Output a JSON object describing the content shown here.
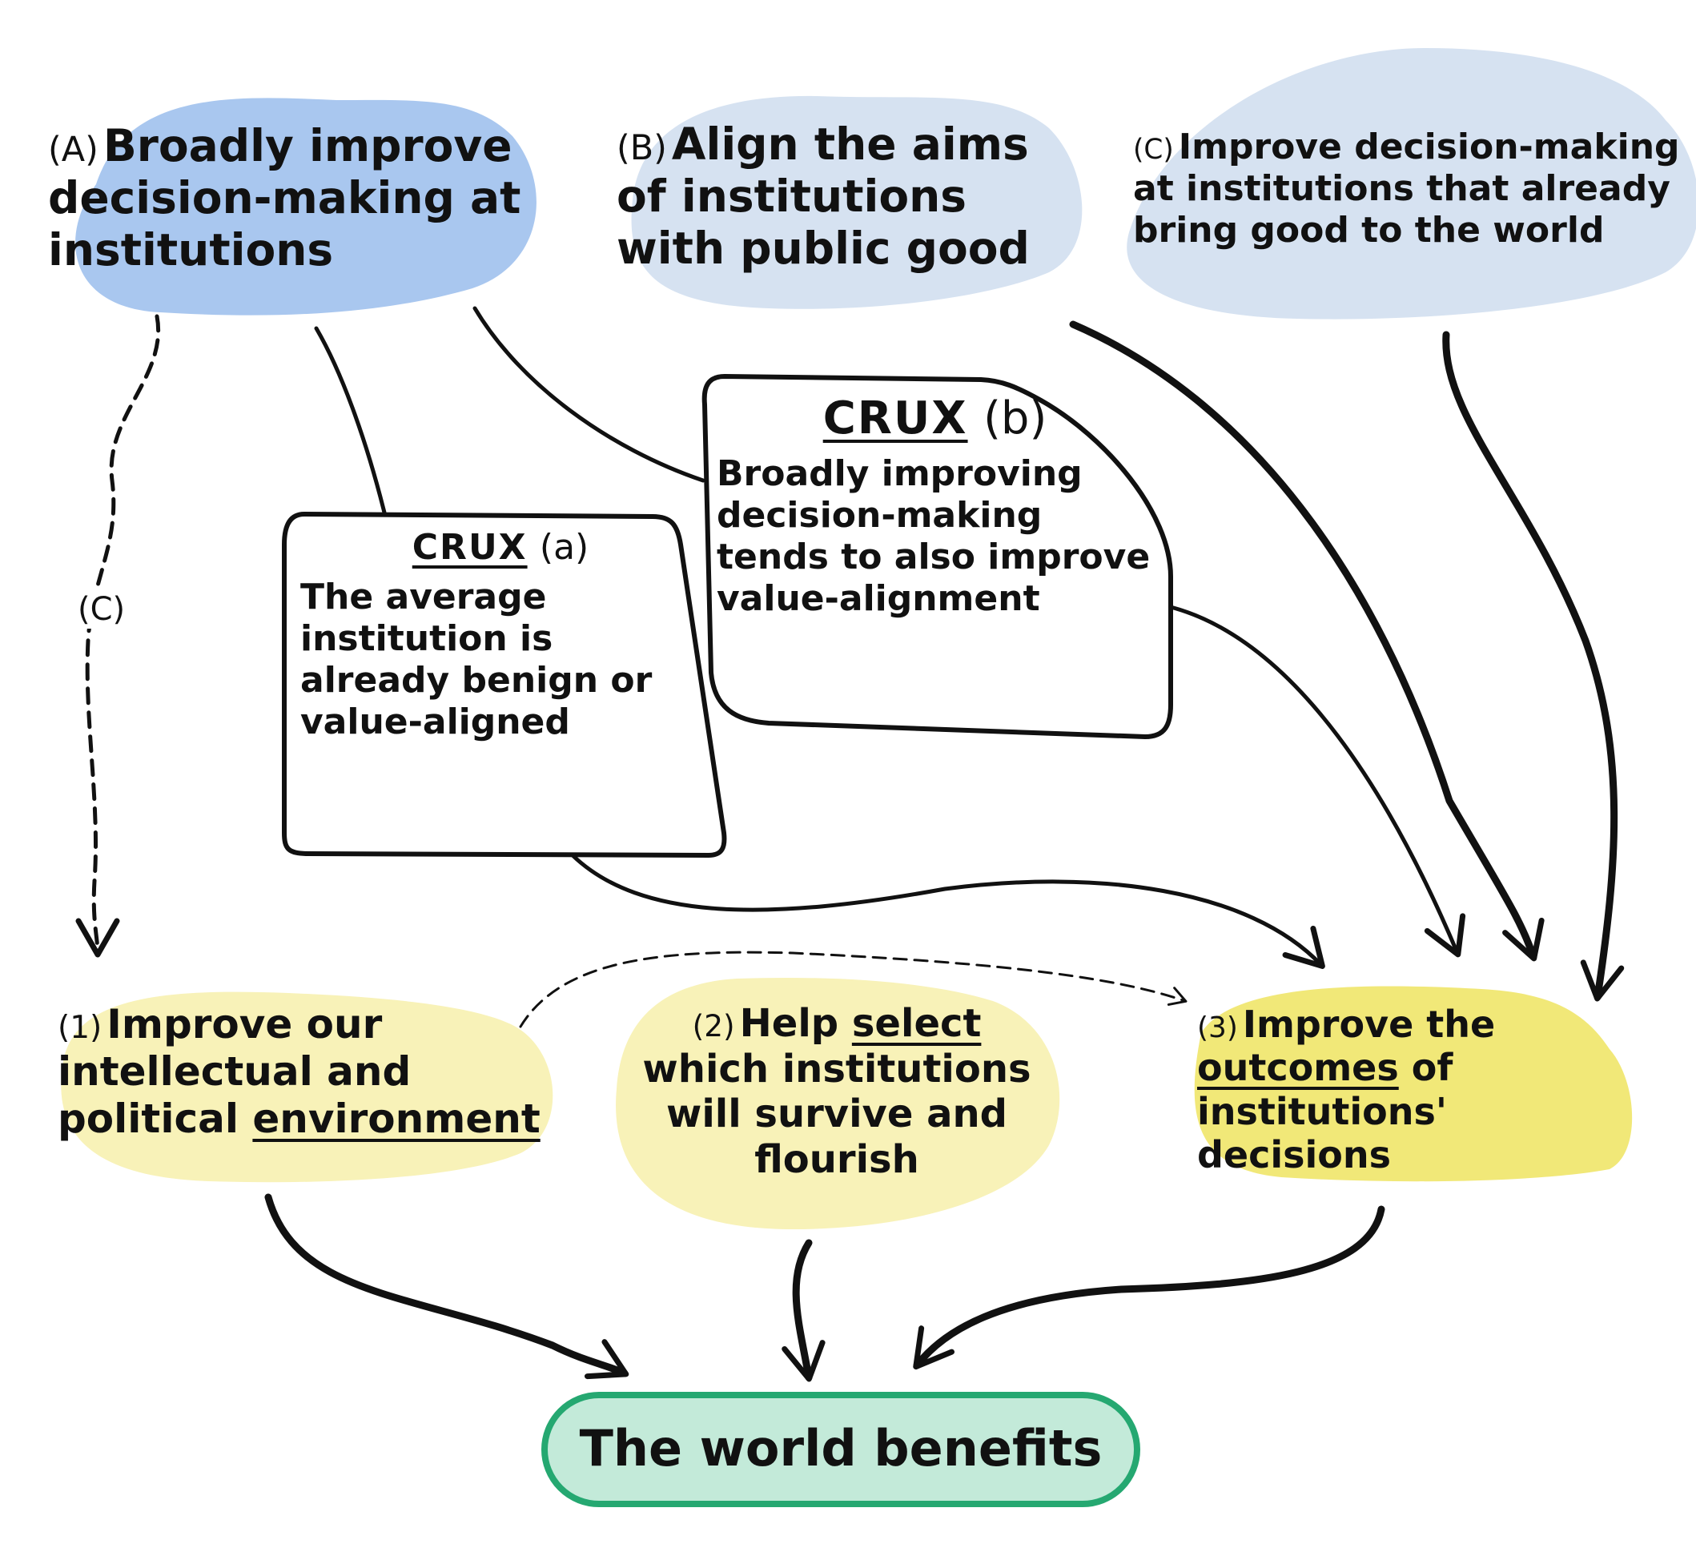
{
  "nodes": {
    "A": {
      "tag": "(A)",
      "text": "Broadly improve decision-making at institutions",
      "color": "#a9c7ef"
    },
    "B": {
      "tag": "(B)",
      "text": "Align the aims of institutions with public good",
      "color": "#d6e2f1"
    },
    "C": {
      "tag": "(C)",
      "text": "Improve decision-making at institutions that already bring good to the world",
      "color": "#d6e2f1"
    },
    "o1": {
      "tag": "(1)",
      "pre": "Improve our intellectual and political ",
      "emph": "environment",
      "post": "",
      "color": "#f8f2b8"
    },
    "o2": {
      "tag": "(2)",
      "pre": "Help ",
      "emph": "select",
      "post": " which institutions will survive and flourish",
      "color": "#f8f2b8"
    },
    "o3": {
      "tag": "(3)",
      "pre": "Improve the ",
      "emph": "outcomes",
      "post": " of institutions' decisions",
      "color": "#f1e878"
    },
    "world": {
      "text": "The world benefits",
      "fill": "#c3ead9",
      "stroke": "#25a871"
    }
  },
  "cruxes": {
    "a": {
      "title": "CRUX",
      "label": "(a)",
      "text": "The average institution is already benign or value-aligned"
    },
    "b": {
      "title": "CRUX",
      "label": "(b)",
      "text": "Broadly improving decision-making tends to also improve value-alignment"
    }
  },
  "edge_labels": {
    "dashed_left": "(C)"
  }
}
